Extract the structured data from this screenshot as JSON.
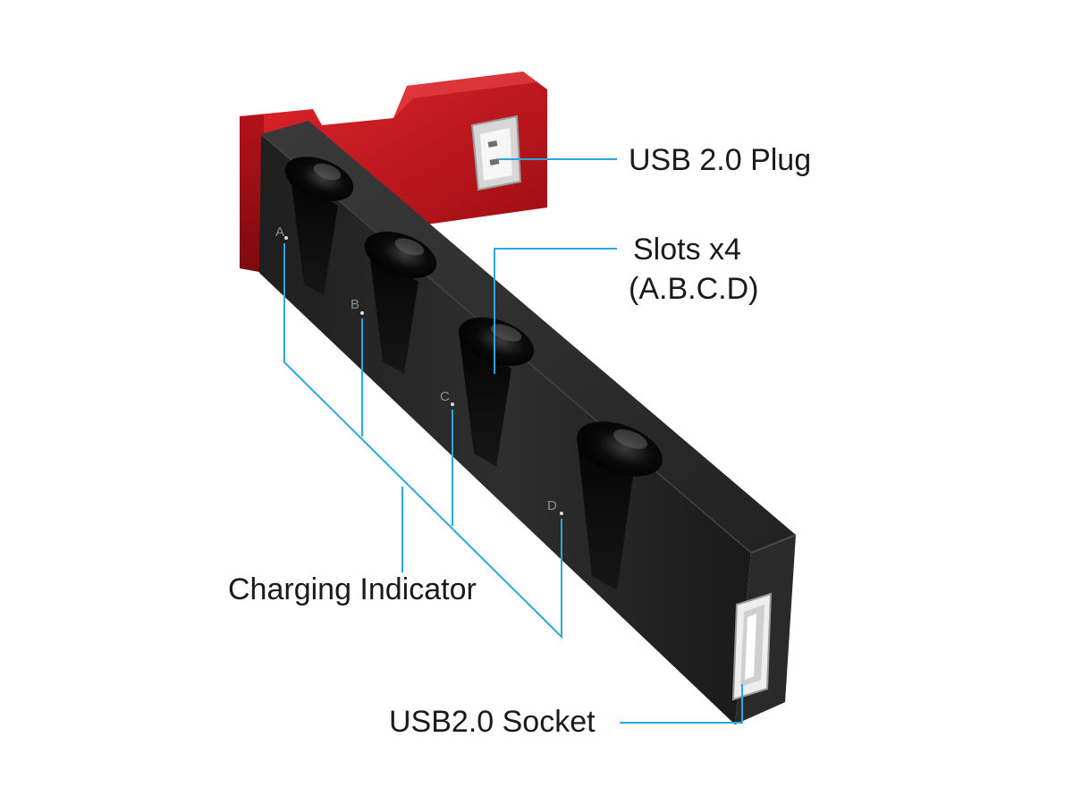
{
  "callouts": {
    "usb_plug": "USB 2.0 Plug",
    "slots_line1": "Slots x4",
    "slots_line2": "(A.B.C.D)",
    "charging_indicator": "Charging Indicator",
    "usb_socket": "USB2.0 Socket"
  },
  "slot_letters": [
    "A",
    "B",
    "C",
    "D"
  ],
  "colors": {
    "leader_line": "#2aa7dc",
    "body_black": "#2b2b2b",
    "base_red": "#c8151b"
  }
}
